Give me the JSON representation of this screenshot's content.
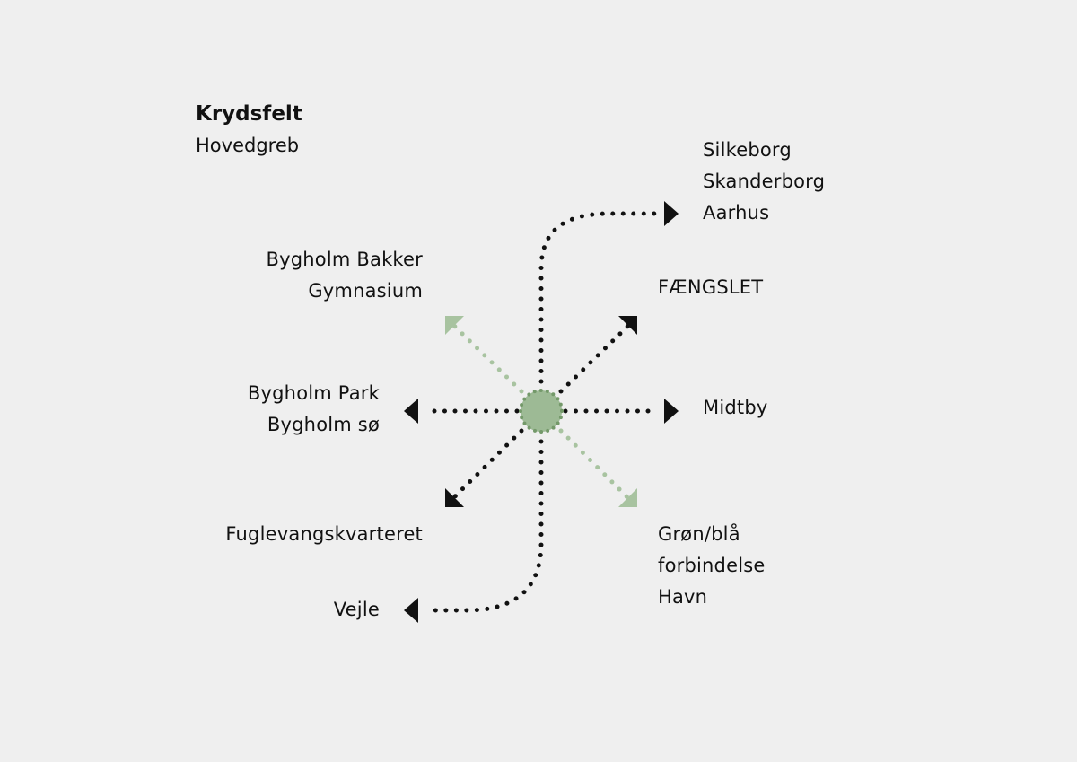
{
  "header": {
    "title": "Krydsfelt",
    "subtitle": "Hovedgreb"
  },
  "labels": {
    "northeast_far": [
      "Silkeborg",
      "Skanderborg",
      "Aarhus"
    ],
    "northwest": [
      "Bygholm Bakker",
      "Gymnasium"
    ],
    "northeast": [
      "FÆNGSLET"
    ],
    "west": [
      "Bygholm Park",
      "Bygholm sø"
    ],
    "east": [
      "Midtby"
    ],
    "southwest": [
      "Fuglevangskvarteret"
    ],
    "southeast": [
      "Grøn/blå",
      "forbindelse",
      "Havn"
    ],
    "southwest_far": [
      "Vejle"
    ]
  },
  "colors": {
    "background": "#efefef",
    "primary": "#111111",
    "green": "#a8c3a0",
    "center_fill": "#9dba95",
    "center_dots": "#74996a"
  }
}
